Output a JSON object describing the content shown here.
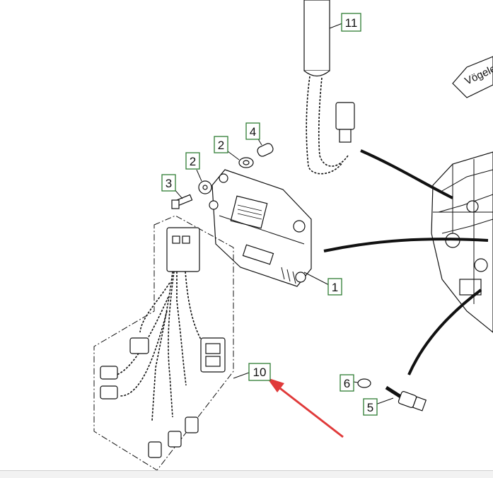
{
  "diagram": {
    "callouts": [
      {
        "id": "callout-11",
        "label": "11"
      },
      {
        "id": "callout-4",
        "label": "4"
      },
      {
        "id": "callout-2a",
        "label": "2"
      },
      {
        "id": "callout-2b",
        "label": "2"
      },
      {
        "id": "callout-3",
        "label": "3"
      },
      {
        "id": "callout-1",
        "label": "1"
      },
      {
        "id": "callout-10",
        "label": "10"
      },
      {
        "id": "callout-6",
        "label": "6"
      },
      {
        "id": "callout-5",
        "label": "5"
      }
    ],
    "brand_label": "Vögele",
    "colors": {
      "callout_border": "#2e7d32",
      "arrow": "#e03a3a",
      "line": "#111111"
    }
  }
}
